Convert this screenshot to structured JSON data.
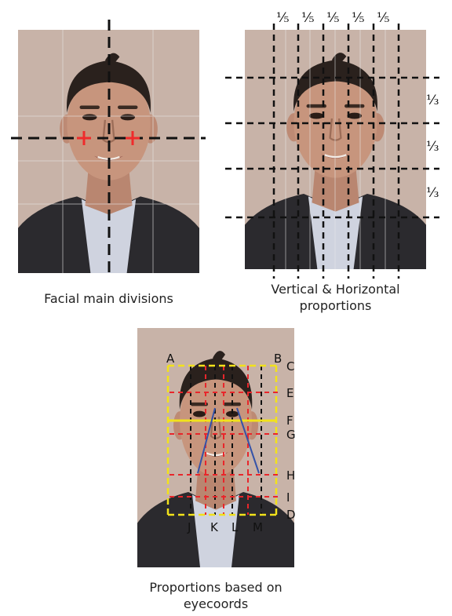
{
  "panels": {
    "main_divisions": {
      "caption": "Facial main divisions"
    },
    "proportions": {
      "caption_line1": "Vertical & Horizontal",
      "caption_line2": "proportions",
      "fifth_label": "⅕",
      "third_label": "⅓"
    },
    "eyecoords": {
      "caption_line1": "Proportions based on",
      "caption_line2": "eyecoords",
      "labels": [
        "A",
        "B",
        "C",
        "E",
        "F",
        "G",
        "H",
        "I",
        "D",
        "J",
        "K",
        "L",
        "M"
      ]
    }
  },
  "colors": {
    "photo_bg": "#c8b3a8",
    "skin": "#c7957d",
    "hair": "#2a211d",
    "suit": "#2b2a2e",
    "shirt": "#cfd3df",
    "black_line": "#111111",
    "red_line": "#e8262b",
    "yellow_line": "#f2e21b",
    "blue_line": "#3553a8",
    "marker": "#ef2b2b"
  }
}
